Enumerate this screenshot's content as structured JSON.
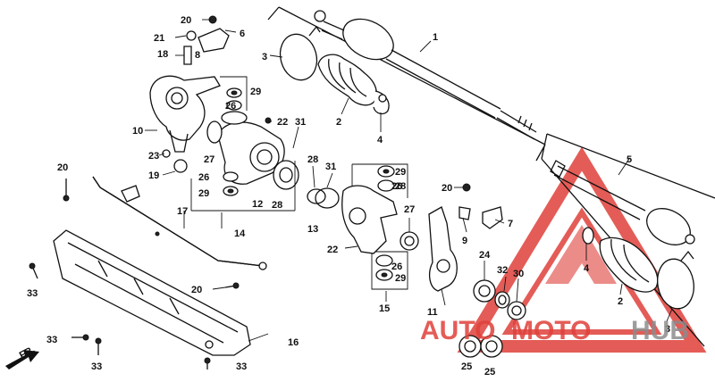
{
  "callouts": [
    {
      "id": "c1",
      "text": "1"
    },
    {
      "id": "c2a",
      "text": "2"
    },
    {
      "id": "c3a",
      "text": "3"
    },
    {
      "id": "c4a",
      "text": "4"
    },
    {
      "id": "c5",
      "text": "5"
    },
    {
      "id": "c2b",
      "text": "2"
    },
    {
      "id": "c3b",
      "text": "3"
    },
    {
      "id": "c4b",
      "text": "4"
    },
    {
      "id": "c6",
      "text": "6"
    },
    {
      "id": "c7",
      "text": "7"
    },
    {
      "id": "c8",
      "text": "8"
    },
    {
      "id": "c9",
      "text": "9"
    },
    {
      "id": "c10",
      "text": "10"
    },
    {
      "id": "c11",
      "text": "11"
    },
    {
      "id": "c12",
      "text": "12"
    },
    {
      "id": "c13",
      "text": "13"
    },
    {
      "id": "c14",
      "text": "14"
    },
    {
      "id": "c15",
      "text": "15"
    },
    {
      "id": "c16",
      "text": "16"
    },
    {
      "id": "c17",
      "text": "17"
    },
    {
      "id": "c18",
      "text": "18"
    },
    {
      "id": "c19",
      "text": "19"
    },
    {
      "id": "c20a",
      "text": "20"
    },
    {
      "id": "c20b",
      "text": "20"
    },
    {
      "id": "c20c",
      "text": "20"
    },
    {
      "id": "c20d",
      "text": "20"
    },
    {
      "id": "c21",
      "text": "21"
    },
    {
      "id": "c22a",
      "text": "22"
    },
    {
      "id": "c22b",
      "text": "22"
    },
    {
      "id": "c23",
      "text": "23"
    },
    {
      "id": "c24",
      "text": "24"
    },
    {
      "id": "c25a",
      "text": "25"
    },
    {
      "id": "c25b",
      "text": "25"
    },
    {
      "id": "c26a",
      "text": "26"
    },
    {
      "id": "c26b",
      "text": "26"
    },
    {
      "id": "c26c",
      "text": "26"
    },
    {
      "id": "c26d",
      "text": "26"
    },
    {
      "id": "c27a",
      "text": "27"
    },
    {
      "id": "c27b",
      "text": "27"
    },
    {
      "id": "c28a",
      "text": "28"
    },
    {
      "id": "c28b",
      "text": "28"
    },
    {
      "id": "c28c",
      "text": "28"
    },
    {
      "id": "c29a",
      "text": "29"
    },
    {
      "id": "c29b",
      "text": "29"
    },
    {
      "id": "c29c",
      "text": "29"
    },
    {
      "id": "c29d",
      "text": "29"
    },
    {
      "id": "c30",
      "text": "30"
    },
    {
      "id": "c31a",
      "text": "31"
    },
    {
      "id": "c31b",
      "text": "31"
    },
    {
      "id": "c32",
      "text": "32"
    },
    {
      "id": "c33a",
      "text": "33"
    },
    {
      "id": "c33b",
      "text": "33"
    },
    {
      "id": "c33c",
      "text": "33"
    },
    {
      "id": "c33d",
      "text": "33"
    }
  ],
  "direction_label": "FR.",
  "watermark": {
    "part1": "AUTO",
    "part2": "MOTO",
    "part3": "HUB"
  },
  "colors": {
    "line": "#111111",
    "watermark_red": "#e0403a",
    "watermark_gray": "#8c8c8c"
  }
}
